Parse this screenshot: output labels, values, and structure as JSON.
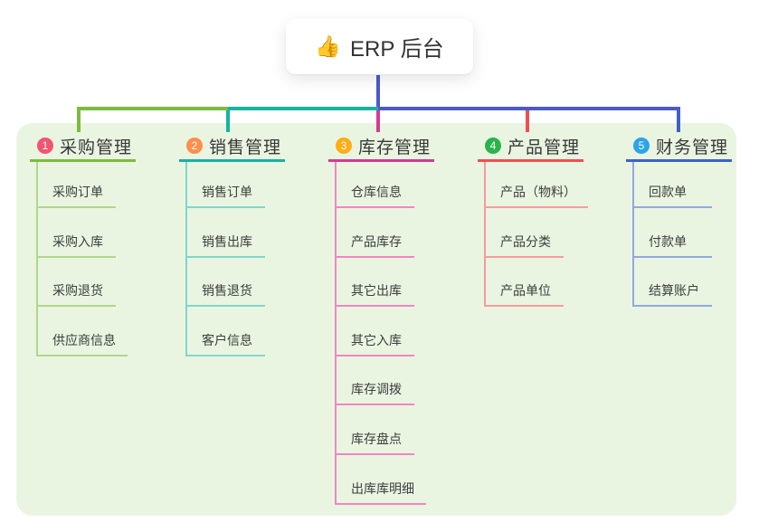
{
  "root": {
    "icon": "👍",
    "label": "ERP 后台"
  },
  "colors": {
    "connector": "#4A5BC8",
    "canvas_bg": "#E9F5E1"
  },
  "branches": [
    {
      "badge": "1",
      "title": "采购管理",
      "colors": {
        "badge": "#F25472",
        "line": "#7DBB3F",
        "line_light": "#AFD88B"
      },
      "items": [
        "采购订单",
        "采购入库",
        "采购退货",
        "供应商信息"
      ]
    },
    {
      "badge": "2",
      "title": "销售管理",
      "colors": {
        "badge": "#FF8E4C",
        "line": "#16B3A2",
        "line_light": "#7FD7CC"
      },
      "items": [
        "销售订单",
        "销售出库",
        "销售退货",
        "客户信息"
      ]
    },
    {
      "badge": "3",
      "title": "库存管理",
      "colors": {
        "badge": "#FFAD15",
        "line": "#D23B92",
        "line_light": "#F186C2"
      },
      "items": [
        "仓库信息",
        "产品库存",
        "其它出库",
        "其它入库",
        "库存调拨",
        "库存盘点",
        "出库库明细"
      ]
    },
    {
      "badge": "4",
      "title": "产品管理",
      "colors": {
        "badge": "#2CB24D",
        "line": "#F04F52",
        "line_light": "#F89B9C"
      },
      "items": [
        "产品（物料）",
        "产品分类",
        "产品单位"
      ]
    },
    {
      "badge": "5",
      "title": "财务管理",
      "colors": {
        "badge": "#2BA4E9",
        "line": "#3E61C4",
        "line_light": "#92A8E2"
      },
      "items": [
        "回款单",
        "付款单",
        "结算账户"
      ]
    }
  ]
}
